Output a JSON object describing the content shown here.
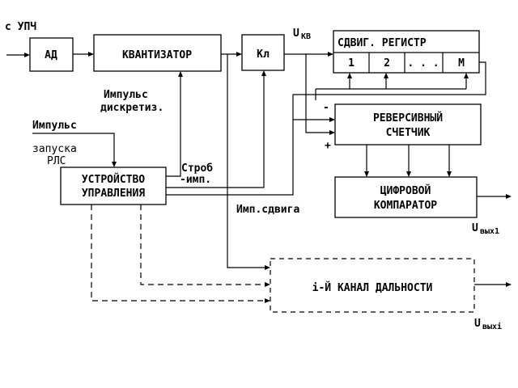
{
  "inputs": {
    "upch": "с УПЧ",
    "launch_pulse_1": "Импульс",
    "launch_pulse_2": "запуска",
    "launch_pulse_3": "РЛС"
  },
  "blocks": {
    "ad": "АД",
    "quantizer": "КВАНТИЗАТОР",
    "key": "Кл",
    "shift_register": "СДВИГ. РЕГИСТР",
    "register_cells": [
      "1",
      "2",
      ". . .",
      "M"
    ],
    "reversible_counter_1": "РЕВЕРСИВНЫЙ",
    "reversible_counter_2": "СЧЕТЧИК",
    "control_unit_1": "УСТРОЙСТВО",
    "control_unit_2": "УПРАВЛЕНИЯ",
    "digital_comparator_1": "ЦИФРОВОЙ",
    "digital_comparator_2": "КОМПАРАТОР",
    "range_channel": "i-Й КАНАЛ ДАЛЬНОСТИ"
  },
  "signals": {
    "u_kv_main": "U",
    "u_kv_sub": "КВ",
    "sampling_pulse_1": "Импульс",
    "sampling_pulse_2": "дискретиз.",
    "strobe_1": "Строб",
    "strobe_2": "-имп.",
    "shift_pulse": "Имп.сдвига",
    "minus": "-",
    "plus": "+",
    "u_out1_main": "U",
    "u_out1_sub": "вых1",
    "u_outi_main": "U",
    "u_outi_sub": "выхi"
  }
}
